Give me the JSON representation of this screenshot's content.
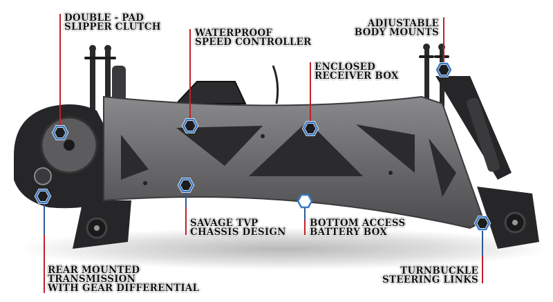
{
  "title": "Savage chassis feature callouts",
  "colors": {
    "callout_line_top": "#c0202a",
    "callout_line_bottom": "#2c5a9a",
    "hex_marker": "#3a78c0",
    "chassis_plate": "#6e6e70",
    "plastic": "#2a2a2c"
  },
  "callouts": [
    {
      "id": "slipper",
      "lines": [
        "DOUBLE - PAD",
        "SLIPPER CLUTCH"
      ]
    },
    {
      "id": "esc",
      "lines": [
        "WATERPROOF",
        "SPEED CONTROLLER"
      ]
    },
    {
      "id": "body_mounts",
      "lines": [
        "ADJUSTABLE",
        "BODY MOUNTS"
      ]
    },
    {
      "id": "receiver",
      "lines": [
        "ENCLOSED",
        "RECEIVER BOX"
      ]
    },
    {
      "id": "chassis",
      "lines": [
        "SAVAGE TVP",
        "CHASSIS DESIGN"
      ]
    },
    {
      "id": "battery",
      "lines": [
        "BOTTOM ACCESS",
        "BATTERY BOX"
      ]
    },
    {
      "id": "transmission",
      "lines": [
        "REAR MOUNTED",
        "TRANSMISSION",
        "WITH GEAR DIFFERENTIAL"
      ]
    },
    {
      "id": "steering",
      "lines": [
        "TURNBUCKLE",
        "STEERING LINKS"
      ]
    }
  ],
  "markers": {
    "hex_icon": "hexagon-marker"
  }
}
